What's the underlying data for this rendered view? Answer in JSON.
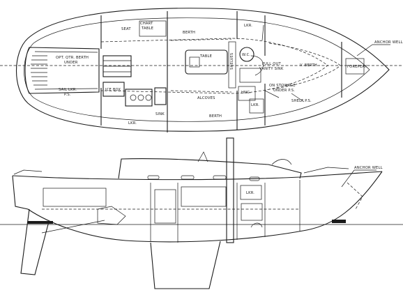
{
  "labels": {
    "seat": "SEAT",
    "chart_table": "CHART\nTABLE",
    "berth_top": "BERTH",
    "lkr_top": "LKR.",
    "anchor_well_top": "ANCHOR WELL",
    "opt_qtr_berth": "OPT. QTR. BERTH\nUNDER",
    "table": "TABLE",
    "shelves": "SHELVES",
    "wc": "W.C.",
    "full_out": "FULL OUT",
    "vanity_sink": "VANITY SINK",
    "v_berth": "V. BERTH",
    "forepeak": "FOREPEAK",
    "ice_box": "ICE BOX",
    "sail_lkr": "SAIL LKR.\nP.S.",
    "sink": "SINK",
    "alcoves": "ALCOVES",
    "hng": "HNG.",
    "lkr_mid": "LKR.",
    "on_stowage": "ON STOWAGE\nUNDER P.S.",
    "shelf_ps": "SHELF P.S.",
    "berth_bottom": "BERTH",
    "lkr_bottom": "LKR.",
    "anchor_well_profile": "ANCHOR WELL",
    "lkr_profile": "LKR."
  },
  "colors": {
    "ink": "#1a1a1a",
    "paper": "#ffffff"
  }
}
